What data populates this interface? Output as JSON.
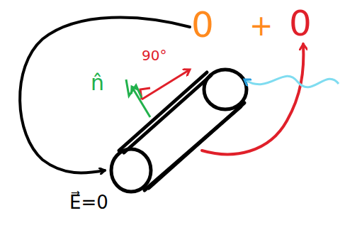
{
  "diagram": {
    "labels": [
      "0",
      "+",
      "0",
      "90°",
      "n̂",
      "E⃗=0"
    ]
  }
}
